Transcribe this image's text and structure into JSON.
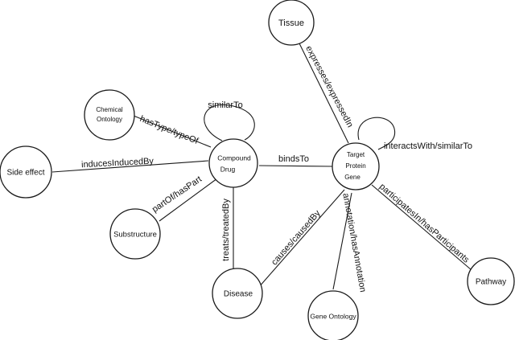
{
  "nodes": {
    "tissue": [
      "Tissue"
    ],
    "chemical_ontology": [
      "Chemical",
      "Ontology"
    ],
    "compound": [
      "Compound",
      "Drug"
    ],
    "target": [
      "Target",
      "Protein",
      "Gene"
    ],
    "side_effect": [
      "Side effect"
    ],
    "substructure": [
      "Substructure"
    ],
    "disease": [
      "Disease"
    ],
    "gene_ontology": [
      "Gene Ontology"
    ],
    "pathway": [
      "Pathway"
    ]
  },
  "edges": {
    "compound_similar": "similarTo",
    "has_type": "hasType/typeOf",
    "induces": "inducesInducedBy",
    "part_of": "partOf/hasPart",
    "treats": "treats/treatedBy",
    "binds": "bindsTo",
    "causes": "causes/causedBy",
    "expresses": "expresses/expressedIn",
    "interacts": "interactsWith/similarTo",
    "annotation": "annotation/hasAnnotation",
    "participates": "participatesIn/hasParticipants"
  }
}
